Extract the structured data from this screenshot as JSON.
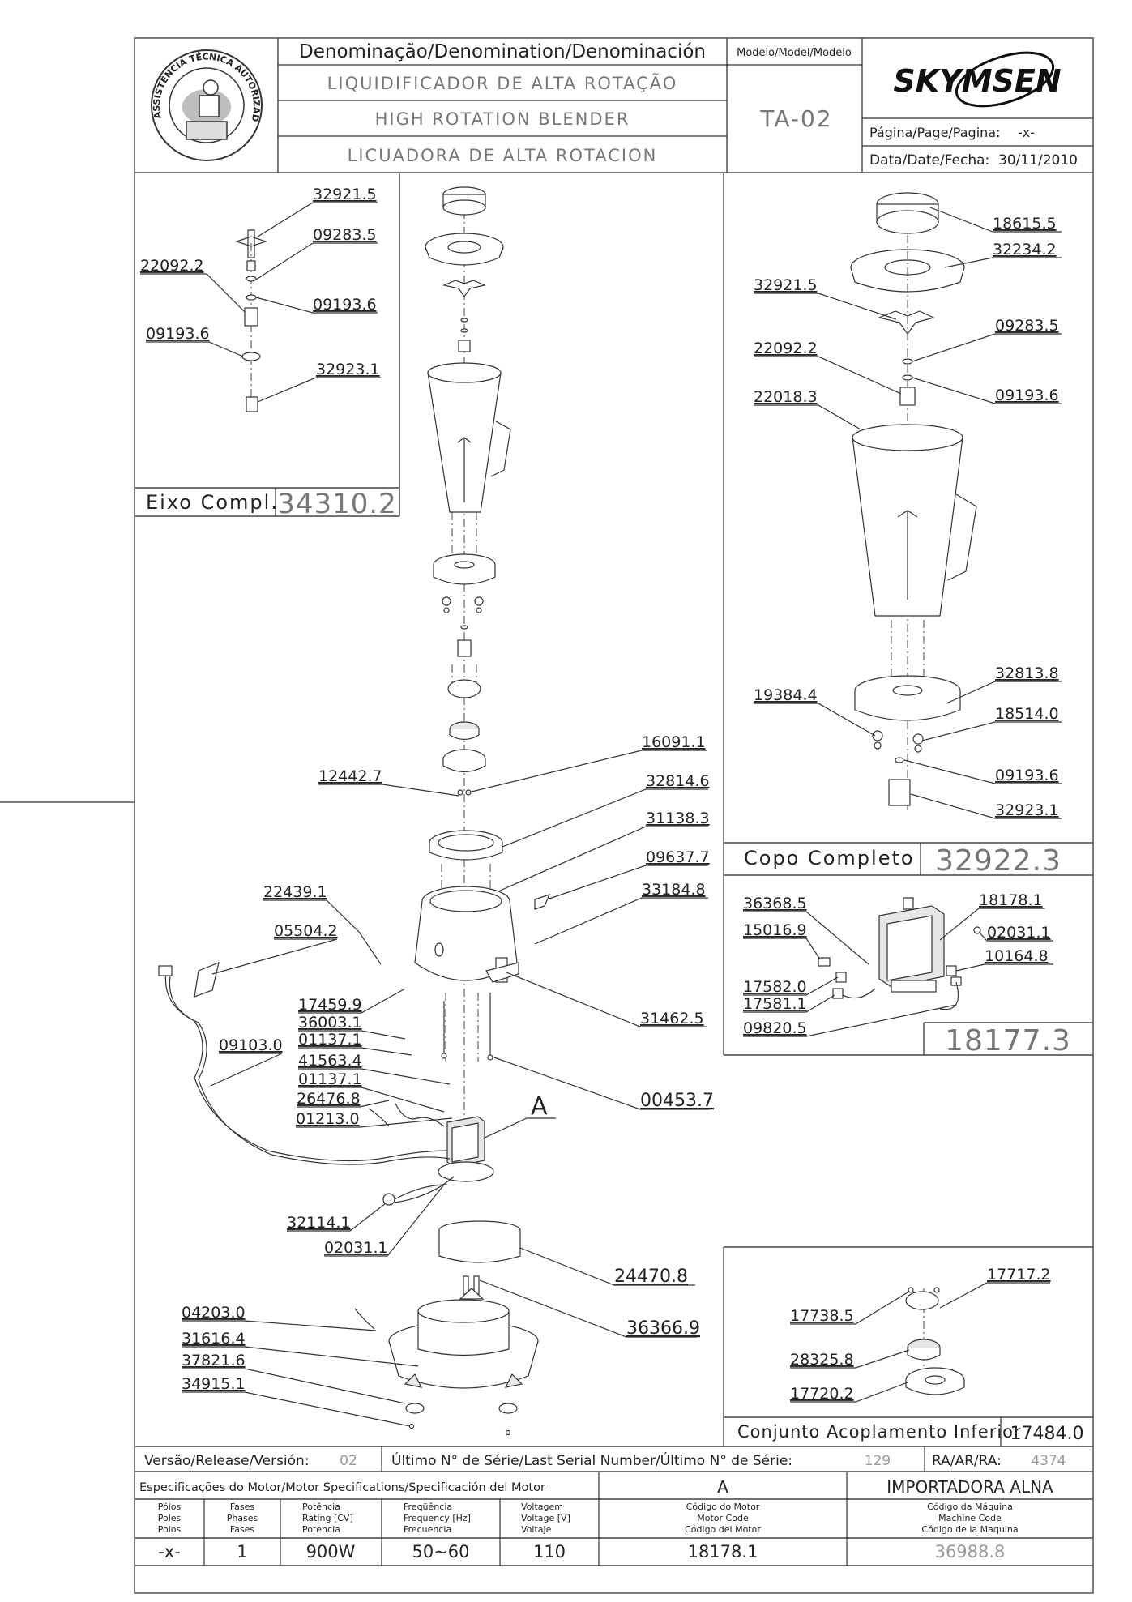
{
  "header": {
    "stamp_text": "ASSISTÊNCIA TÉCNICA AUTORIZADA",
    "denomination_label": "Denominação/Denomination/Denominación",
    "name_pt": "LIQUIDIFICADOR DE ALTA ROTAÇÃO",
    "name_en": "HIGH ROTATION BLENDER",
    "name_es": "LICUADORA DE ALTA ROTACION",
    "model_label": "Modelo/Model/Modelo",
    "model_value": "TA-02",
    "brand": "SKYMSEN",
    "page_label": "Página/Page/Pagina:",
    "page_value": "-x-",
    "date_label": "Data/Date/Fecha:",
    "date_value": "30/11/2010"
  },
  "boxes": {
    "shaft_label": "Eixo Compl.",
    "shaft_code": "34310.2",
    "cup_label": "Copo Completo",
    "cup_code": "32922.3",
    "motor_code": "18177.3",
    "coupling_label": "Conjunto Acoplamento Inferior",
    "coupling_code": "17484.0"
  },
  "parts": {
    "shaft": [
      "32921.5",
      "09283.5",
      "22092.2",
      "09193.6",
      "09193.6",
      "32923.1"
    ],
    "cup": [
      "18615.5",
      "32234.2",
      "32921.5",
      "09283.5",
      "22092.2",
      "09193.6",
      "22018.3",
      "32813.8",
      "19384.4",
      "18514.0",
      "09193.6",
      "32923.1"
    ],
    "motor": [
      "36368.5",
      "18178.1",
      "15016.9",
      "02031.1",
      "10164.8",
      "17582.0",
      "17581.1",
      "09820.5"
    ],
    "coupling": [
      "17717.2",
      "17738.5",
      "28325.8",
      "17720.2"
    ],
    "main": [
      "16091.1",
      "12442.7",
      "32814.6",
      "31138.3",
      "09637.7",
      "22439.1",
      "33184.8",
      "05504.2",
      "31462.5",
      "17459.9",
      "36003.1",
      "01137.1",
      "09103.0",
      "41563.4",
      "01137.1",
      "26476.8",
      "00453.7",
      "01213.0",
      "A",
      "32114.1",
      "02031.1",
      "24470.8",
      "04203.0",
      "36366.9",
      "31616.4",
      "37821.6",
      "34915.1"
    ]
  },
  "footer": {
    "version_label": "Versão/Release/Versión:",
    "version_value": "02",
    "serial_label": "Último N° de Série/Last Serial Number/Último N° de Série:",
    "serial_value": "129",
    "ra_label": "RA/AR/RA:",
    "ra_value": "4374",
    "motor_spec_label": "Especificações do Motor/Motor Specifications/Specificación del Motor",
    "motor_ref": "A",
    "importer": "IMPORTADORA ALNA",
    "col_poles": [
      "Pólos",
      "Poles",
      "Polos"
    ],
    "col_phases": [
      "Fases",
      "Phases",
      "Fases"
    ],
    "col_power": [
      "Potência",
      "Rating [CV]",
      "Potencia"
    ],
    "col_freq": [
      "Freqüência",
      "Frequency [Hz]",
      "Frecuencia"
    ],
    "col_voltage": [
      "Voltagem",
      "Voltage [V]",
      "Voltaje"
    ],
    "col_motor_code": [
      "Código do Motor",
      "Motor Code",
      "Código del Motor"
    ],
    "col_machine_code": [
      "Código da Máquina",
      "Machine Code",
      "Código de la Maquina"
    ],
    "val_poles": "-x-",
    "val_phases": "1",
    "val_power": "900W",
    "val_freq": "50~60",
    "val_voltage": "110",
    "val_motor_code": "18178.1",
    "val_machine_code": "36988.8"
  }
}
